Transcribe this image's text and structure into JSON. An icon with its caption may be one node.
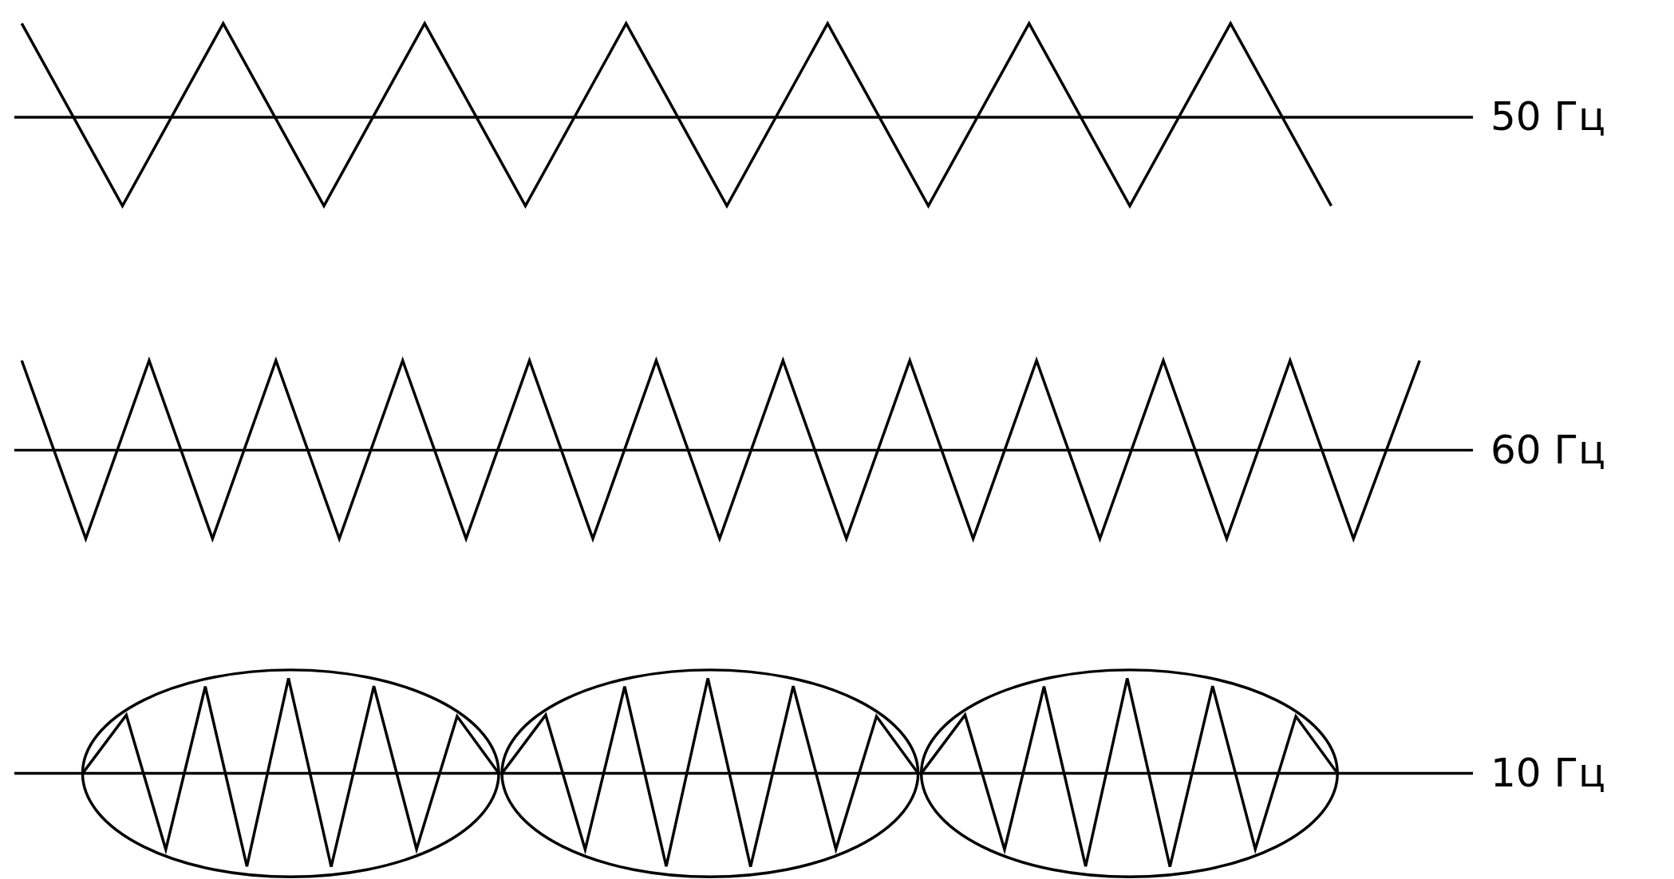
{
  "diagram": {
    "labels": [
      "50 Гц",
      "60 Гц",
      "10 Гц"
    ]
  }
}
